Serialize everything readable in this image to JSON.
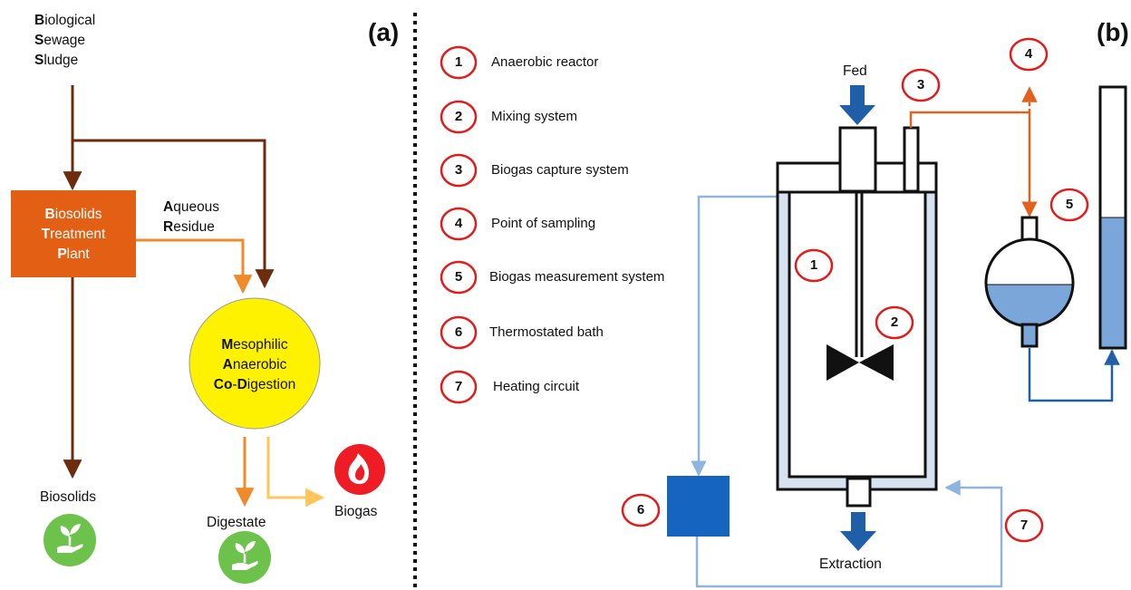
{
  "panel_a": {
    "panel_label": "(a)",
    "input": {
      "line1_bold": "B",
      "line1_rest": "iological",
      "line2_bold": "S",
      "line2_rest": "ewage",
      "line3_bold": "S",
      "line3_rest": "ludge"
    },
    "treatment_plant": {
      "l1_bold": "B",
      "l1_rest": "iosolids",
      "l2_bold": "T",
      "l2_rest": "reatment",
      "l3_bold": "P",
      "l3_rest": "lant",
      "color": "#E35F14"
    },
    "aqueous_residue": {
      "l1_bold": "A",
      "l1_rest": "queous",
      "l2_bold": "R",
      "l2_rest": "esidue"
    },
    "digestion": {
      "l1_bold": "M",
      "l1_rest": "esophilic",
      "l2_bold": "A",
      "l2_rest": "naerobic",
      "l3_bold_a": "Co",
      "l3_dash": "-",
      "l3_bold_b": "D",
      "l3_rest": "igestion",
      "color": "#FFF200"
    },
    "outputs": {
      "biosolids": "Biosolids",
      "digestate": "Digestate",
      "biogas": "Biogas"
    },
    "icons": {
      "biosolids": "plant-in-hand-icon",
      "digestate": "plant-in-hand-icon",
      "biogas": "flame-icon"
    },
    "colors": {
      "brown": "#6E2C0E",
      "orange": "#F08A2A",
      "light_orange": "#FFC55A",
      "green": "#6CC24A",
      "red": "#EE1C25"
    }
  },
  "panel_b": {
    "panel_label": "(b)",
    "legend": [
      {
        "num": "1",
        "label": "Anaerobic reactor"
      },
      {
        "num": "2",
        "label": "Mixing system"
      },
      {
        "num": "3",
        "label": "Biogas capture system"
      },
      {
        "num": "4",
        "label": "Point of sampling"
      },
      {
        "num": "5",
        "label": "Biogas measurement system"
      },
      {
        "num": "6",
        "label": "Thermostated bath"
      },
      {
        "num": "7",
        "label": "Heating circuit"
      }
    ],
    "fed_label": "Fed",
    "extraction_label": "Extraction",
    "markers": [
      "1",
      "2",
      "3",
      "4",
      "5",
      "6",
      "7"
    ],
    "colors": {
      "marker_red": "#E21B1B",
      "dark_blue": "#1F5FA8",
      "light_blue": "#8FB4DF",
      "water_blue": "#7AA6D9",
      "jacket": "#D6E2F0",
      "gas_line": "#E0621D",
      "bath": "#1565C0"
    }
  }
}
